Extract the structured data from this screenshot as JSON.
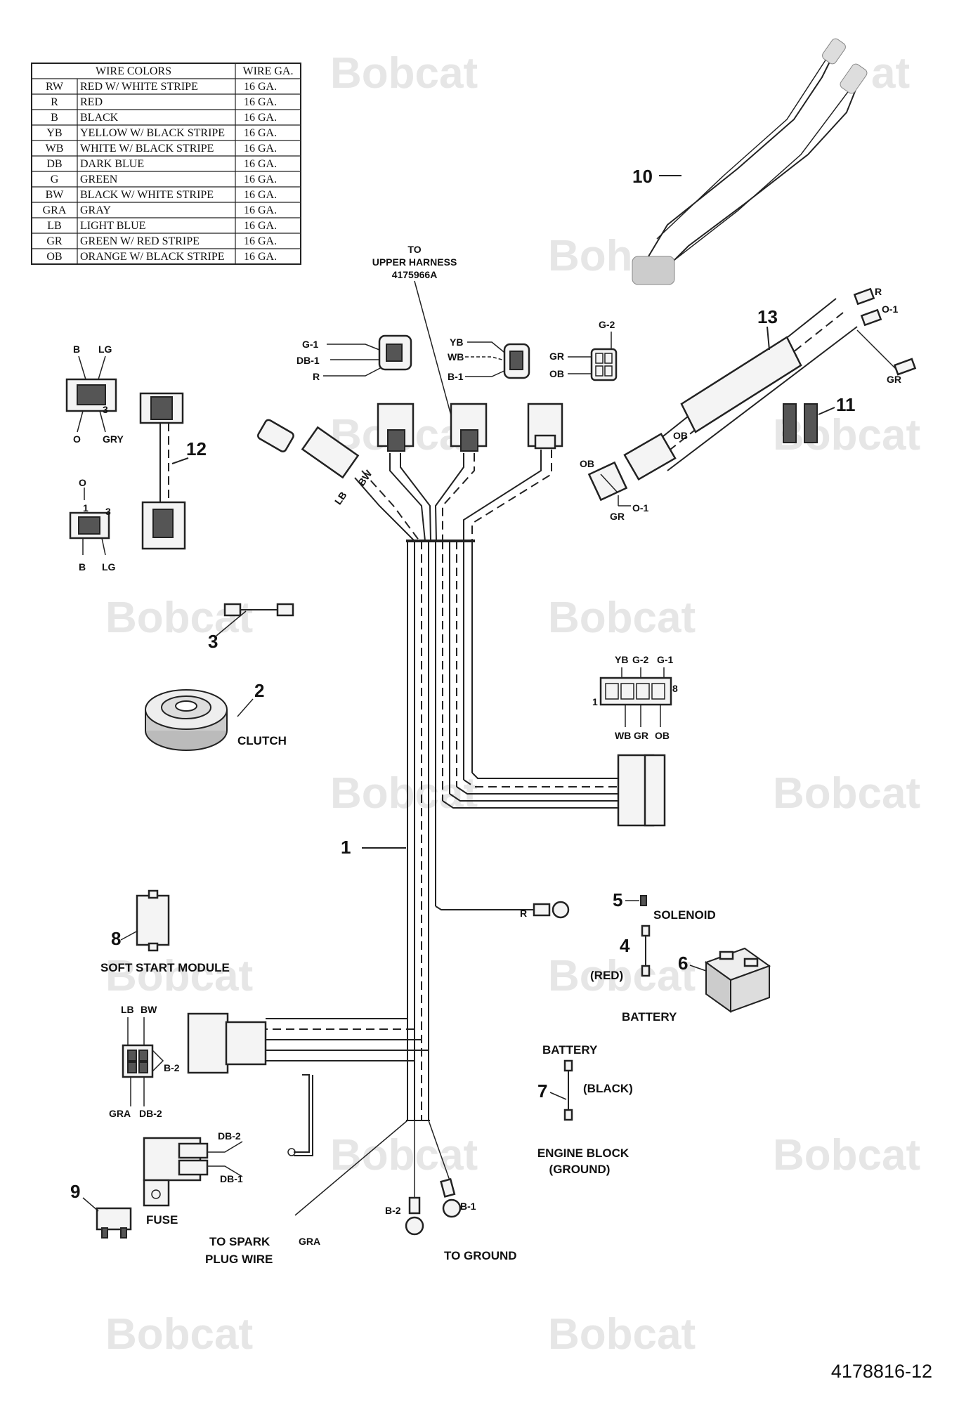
{
  "watermark": {
    "text": "Bobcat",
    "fragment_right": "at",
    "fragment_mid": "Boh"
  },
  "wire_table": {
    "headers": [
      "WIRE COLORS",
      "WIRE GA."
    ],
    "rows": [
      [
        "RW",
        "RED W/ WHITE STRIPE",
        "16 GA."
      ],
      [
        "R",
        "RED",
        "16 GA."
      ],
      [
        "B",
        "BLACK",
        "16 GA."
      ],
      [
        "YB",
        "YELLOW W/ BLACK STRIPE",
        "16 GA."
      ],
      [
        "WB",
        "WHITE W/ BLACK STRIPE",
        "16 GA."
      ],
      [
        "DB",
        "DARK BLUE",
        "16 GA."
      ],
      [
        "G",
        "GREEN",
        "16 GA."
      ],
      [
        "BW",
        "BLACK W/ WHITE STRIPE",
        "16 GA."
      ],
      [
        "GRA",
        "GRAY",
        "16 GA."
      ],
      [
        "LB",
        "LIGHT BLUE",
        "16 GA."
      ],
      [
        "GR",
        "GREEN W/ RED STRIPE",
        "16 GA."
      ],
      [
        "OB",
        "ORANGE W/ BLACK STRIPE",
        "16 GA."
      ]
    ]
  },
  "callouts": {
    "n1": "1",
    "n2": "2",
    "n3": "3",
    "n4": "4",
    "n5": "5",
    "n6": "6",
    "n7": "7",
    "n8": "8",
    "n9": "9",
    "n10": "10",
    "n11": "11",
    "n12": "12",
    "n13": "13"
  },
  "labels": {
    "upper_harness": [
      "TO",
      "UPPER HARNESS",
      "4175966A"
    ],
    "clutch": "CLUTCH",
    "solenoid": "SOLENOID",
    "red": "(RED)",
    "battery": "BATTERY",
    "battery2": "BATTERY",
    "black": "(BLACK)",
    "engine_block": [
      "ENGINE BLOCK",
      "(GROUND)"
    ],
    "soft_start": "SOFT START MODULE",
    "fuse": "FUSE",
    "spark": [
      "TO SPARK",
      "PLUG WIRE"
    ],
    "ground": "TO GROUND"
  },
  "pins": {
    "g1": "G-1",
    "db1": "DB-1",
    "r": "R",
    "yb": "YB",
    "wb": "WB",
    "b1": "B-1",
    "g2": "G-2",
    "gr": "GR",
    "ob": "OB",
    "b": "B",
    "lg": "LG",
    "o": "O",
    "gry": "GRY",
    "o_b": "O",
    "one": "1",
    "three": "3",
    "three_b": "3",
    "b_b": "B",
    "lg_b": "LG",
    "lb": "LB",
    "bw": "BW",
    "ob13": "OB",
    "gr13": "GR",
    "o1_13": "O-1",
    "conn8_top": [
      "YB",
      "G-2",
      "G-1"
    ],
    "conn8_bot": [
      "WB",
      "GR",
      "OB"
    ],
    "conn8_1": "1",
    "conn8_8": "8",
    "ring_r": "R",
    "ss_lb": "LB",
    "ss_bw": "BW",
    "ss_b2": "B-2",
    "ss_gra": "GRA",
    "ss_db2": "DB-2",
    "fuse_db2": "DB-2",
    "fuse_db1": "DB-1",
    "spark_gra": "GRA",
    "gnd_b2": "B-2",
    "gnd_b1": "B-1",
    "h13_r": "R",
    "h13_o1": "O-1",
    "h13_gr": "GR"
  },
  "document_number": "4178816-12"
}
